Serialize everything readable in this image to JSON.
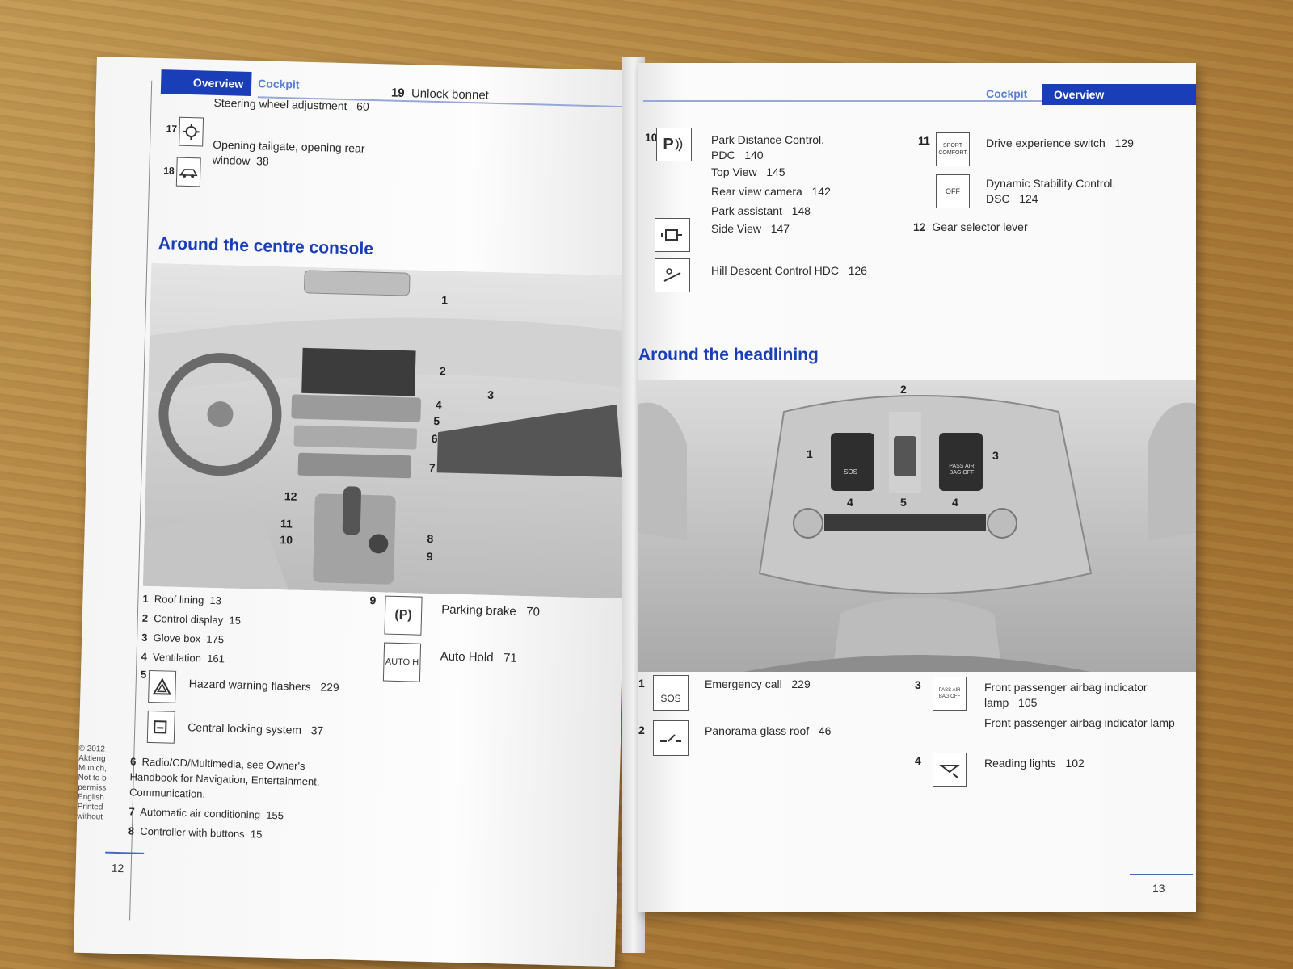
{
  "left_page": {
    "tabs": {
      "active": "Overview",
      "inactive": "Cockpit"
    },
    "top_items": [
      {
        "num": "17",
        "label": "Steering wheel adjustment",
        "page": "60",
        "icon": "steering-adjust-icon"
      },
      {
        "num": "18",
        "label": "Opening tailgate, opening rear window",
        "page": "38",
        "icon": "tailgate-icon"
      }
    ],
    "item19": {
      "num": "19",
      "label": "Unlock bonnet"
    },
    "section_title": "Around the centre console",
    "photo_callouts": [
      "1",
      "2",
      "3",
      "4",
      "5",
      "6",
      "7",
      "8",
      "9",
      "10",
      "11",
      "12"
    ],
    "list": [
      {
        "num": "1",
        "label": "Roof lining",
        "page": "13"
      },
      {
        "num": "2",
        "label": "Control display",
        "page": "15"
      },
      {
        "num": "3",
        "label": "Glove box",
        "page": "175"
      },
      {
        "num": "4",
        "label": "Ventilation",
        "page": "161"
      }
    ],
    "item5": {
      "num": "5",
      "subs": [
        {
          "label": "Hazard warning flashers",
          "page": "229",
          "icon": "hazard-triangle-icon"
        },
        {
          "label": "Central locking system",
          "page": "37",
          "icon": "central-locking-icon"
        }
      ]
    },
    "list_b": [
      {
        "num": "6",
        "label": "Radio/CD/Multimedia, see Owner's Handbook for Navigation, Entertainment, Communication."
      },
      {
        "num": "7",
        "label": "Automatic air conditioning",
        "page": "155"
      },
      {
        "num": "8",
        "label": "Controller with buttons",
        "page": "15"
      }
    ],
    "item9": {
      "num": "9",
      "subs": [
        {
          "label": "Parking brake",
          "page": "70",
          "icon": "parking-brake-icon",
          "icon_text": "(P)"
        },
        {
          "label": "Auto Hold",
          "page": "71",
          "icon": "auto-hold-icon",
          "icon_text": "AUTO H"
        }
      ]
    },
    "imprint": [
      "© 2012",
      "Aktieng",
      "Munich,",
      "Not to b",
      "permiss",
      "English",
      "Printed",
      "without"
    ],
    "page_number": "12"
  },
  "right_page": {
    "tabs": {
      "active": "Overview",
      "inactive": "Cockpit"
    },
    "item10": {
      "num": "10",
      "lines": [
        {
          "label": "Park Distance Control, PDC",
          "page": "140"
        },
        {
          "label": "Top View",
          "page": "145"
        },
        {
          "label": "Rear view camera",
          "page": "142"
        },
        {
          "label": "Park assistant",
          "page": "148"
        },
        {
          "label": "Side View",
          "page": "147"
        },
        {
          "label": "Hill Descent Control HDC",
          "page": "126"
        }
      ],
      "icon_text": "P"
    },
    "item11": {
      "num": "11",
      "lines": [
        {
          "label": "Drive experience switch",
          "page": "129",
          "icon_text": "SPORT COMFORT"
        },
        {
          "label": "Dynamic Stability Control, DSC",
          "page": "124",
          "icon_text": "OFF"
        }
      ]
    },
    "item12": {
      "num": "12",
      "label": "Gear selector lever"
    },
    "section_title": "Around the headlining",
    "photo_callouts": [
      "1",
      "2",
      "3",
      "4",
      "5",
      "4"
    ],
    "overhead_labels": {
      "sos": "SOS",
      "airbag": "PASS AIR BAG OFF"
    },
    "list": [
      {
        "num": "1",
        "label": "Emergency call",
        "page": "229",
        "icon_text": "SOS"
      },
      {
        "num": "2",
        "label": "Panorama glass roof",
        "page": "46"
      },
      {
        "num": "3",
        "label": "Front passenger airbag indicator lamp",
        "page": "105",
        "icon_text": "PASS AIR BAG OFF"
      },
      {
        "num": "",
        "label": "Front passenger airbag indicator lamp"
      },
      {
        "num": "4",
        "label": "Reading lights",
        "page": "102"
      }
    ],
    "page_number": "13"
  }
}
